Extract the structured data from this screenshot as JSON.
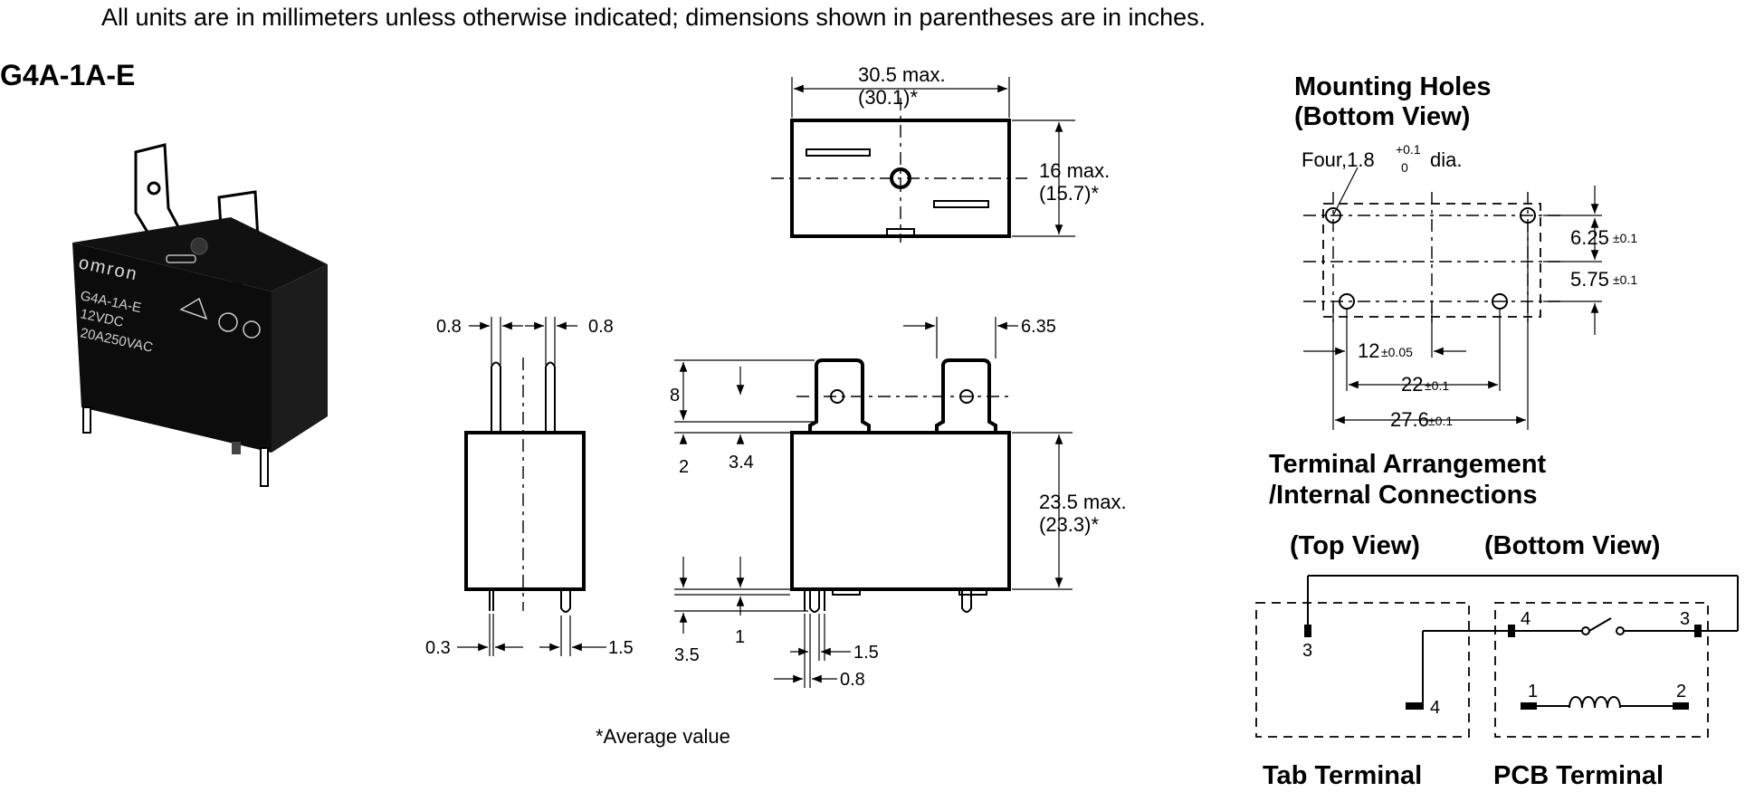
{
  "header": {
    "note": "All units are in millimeters unless otherwise indicated; dimensions shown in parentheses are in inches.",
    "model": "G4A-1A-E"
  },
  "photo": {
    "brand": "omron",
    "print_model": "G4A-1A-E",
    "print_coil": "12VDC",
    "print_rating": "20A250VAC"
  },
  "top_view": {
    "width_max": "30.5 max.",
    "width_in": "(30.1)*",
    "depth_max": "16 max.",
    "depth_in": "(15.7)*"
  },
  "side_view": {
    "dim_08_left": "0.8",
    "dim_08_right": "0.8",
    "dim_03": "0.3",
    "dim_15": "1.5"
  },
  "front_view": {
    "dim_635": "6.35",
    "dim_8": "8",
    "dim_2": "2",
    "dim_34": "3.4",
    "height_max": "23.5 max.",
    "height_in": "(23.3)*",
    "dim_35": "3.5",
    "dim_1": "1",
    "dim_15": "1.5",
    "dim_08": "0.8"
  },
  "average_note": "*Average value",
  "mounting": {
    "title_1": "Mounting Holes",
    "title_2": "(Bottom View)",
    "holes_label": "Four,1.8",
    "tol_plus": "+0.1",
    "tol_zero": "0",
    "dia": "dia.",
    "dim_625": "6.25",
    "tol_625": "±0.1",
    "dim_575": "5.75",
    "tol_575": "±0.1",
    "dim_12": "12",
    "tol_12": "±0.05",
    "dim_22": "22",
    "tol_22": "±0.1",
    "dim_276": "27.6",
    "tol_276": "±0.1"
  },
  "terminals": {
    "title_1": "Terminal Arrangement",
    "title_2": "/Internal Connections",
    "top_view": "(Top View)",
    "bottom_view": "(Bottom View)",
    "tab_3": "3",
    "tab_4": "4",
    "pcb_4": "4",
    "pcb_3": "3",
    "pcb_1": "1",
    "pcb_2": "2",
    "tab_label": "Tab Terminal",
    "pcb_label": "PCB Terminal"
  }
}
